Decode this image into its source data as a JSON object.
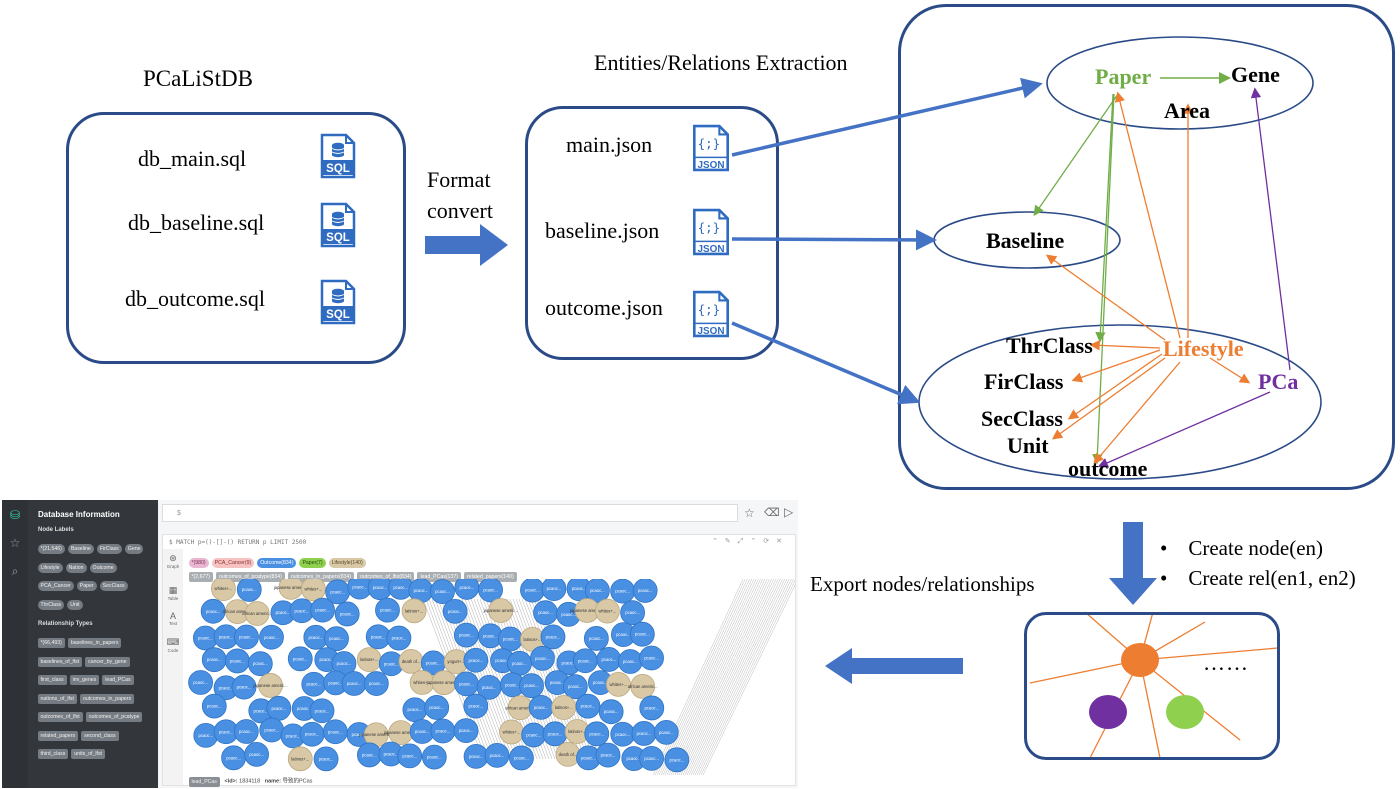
{
  "pcalistdb": {
    "title": "PCaLiStDB",
    "files": [
      "db_main.sql",
      "db_baseline.sql",
      "db_outcome.sql"
    ],
    "icon_label": "SQL"
  },
  "format_convert": [
    "Format",
    "convert"
  ],
  "extraction": {
    "title": "Entities/Relations Extraction",
    "files": [
      "main.json",
      "baseline.json",
      "outcome.json"
    ],
    "icon_label": "JSON",
    "icon_glyph": "{;}"
  },
  "entities": {
    "paper": "Paper",
    "gene": "Gene",
    "area": "Area",
    "baseline": "Baseline",
    "thrclass": "ThrClass",
    "firclass": "FirClass",
    "secclass": "SecClass",
    "unit": "Unit",
    "outcome": "outcome",
    "lifestyle": "Lifestyle",
    "pca": "PCa"
  },
  "create_steps": [
    "Create node(en)",
    "Create rel(en1, en2)"
  ],
  "export_label": "Export nodes/relationships",
  "ellipsis": "……",
  "colors": {
    "box_border": "#2a4b87",
    "arrow_blue": "#4472c4",
    "paper_green": "#70ad47",
    "lifestyle_orange": "#ed7d31",
    "pca_purple": "#7030a0",
    "node_blue": "#4a90e2",
    "node_tan": "#d8c8a6"
  },
  "neo4j": {
    "panel_title": "Database Information",
    "node_labels_title": "Node Labels",
    "node_labels": [
      "*(21,546)",
      "Baseline",
      "FirClass",
      "Gene",
      "Lifestyle",
      "Nation",
      "Outcome",
      "PCA_Cancer",
      "Paper",
      "SecClass",
      "ThrClass",
      "Unit"
    ],
    "rel_types_title": "Relationship Types",
    "rel_types": [
      "*(66,493)",
      "baselines_in_papers",
      "baselines_of_lfst",
      "cancer_by_gene",
      "first_class",
      "inv_genes",
      "lead_PCas",
      "nations_of_lfst",
      "outcomes_in_papers",
      "outcomes_of_lfst",
      "outcomes_of_pcatype",
      "related_papers",
      "second_class",
      "third_class",
      "units_of_lfst"
    ],
    "prompt": "$",
    "query": "$ MATCH p=()-[]-() RETURN p LIMIT 2500",
    "result_node_chips": [
      "*(980)",
      "PCA_Cancer(9)",
      "Outcome(834)",
      "Paper(7)",
      "Lifestyle(140)"
    ],
    "result_rel_chips": [
      "*(2,677)",
      "outcomes_of_pcatype(834)",
      "outcomes_in_papers(834)",
      "outcomes_of_lfst(834)",
      "lead_PCas(137)",
      "related_papers(140)"
    ],
    "side_tabs": [
      "Graph",
      "Table",
      "Text",
      "Code"
    ],
    "status_rel": "lead_PCas",
    "status_id_label": "<id>:",
    "status_id": "1834118",
    "status_name_label": "name:",
    "status_name": "导致的PCas",
    "node_text_blue": "pcaoc...",
    "node_texts_tan": [
      "whites+...",
      "japanese americ...",
      "whites+...",
      "african americ...",
      "african americ...",
      "latinos+...",
      "japanese americ...",
      "japanese americ...",
      "whites+...",
      "latinos+...",
      "latinos+...",
      "death of...",
      "yogurt+...",
      "japanese americ..."
    ]
  }
}
